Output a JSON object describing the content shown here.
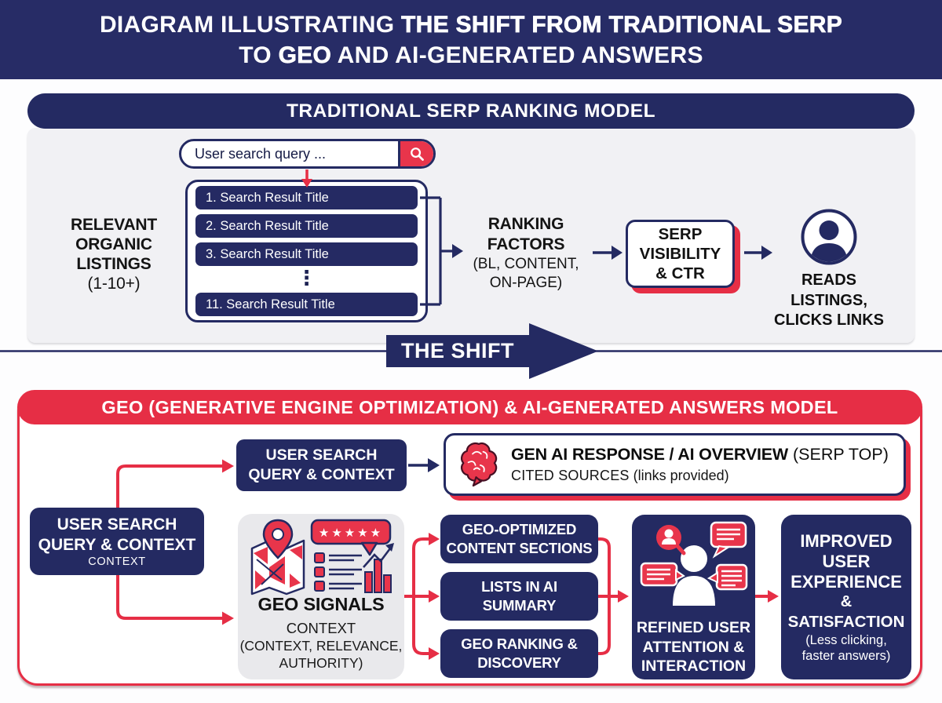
{
  "header": {
    "line1_light": "DIAGRAM ILLUSTRATING ",
    "line1_bold": "THE SHIFT FROM TRADITIONAL SERP",
    "line2_light_pre": "TO ",
    "line2_bold": "GEO",
    "line2_light_post": " AND AI-GENERATED ANSWERS"
  },
  "traditional": {
    "title": "TRADITIONAL SERP RANKING MODEL",
    "search_placeholder": "User search query ...",
    "search_icon": "magnifier",
    "listings_label": {
      "l1": "RELEVANT",
      "l2": "ORGANIC",
      "l3": "LISTINGS",
      "l4": "(1-10+)"
    },
    "results": [
      "1.  Search Result Title",
      "2. Search Result Title",
      "3. Search Result Title",
      "11. Search Result Title"
    ],
    "results_ellipsis": "⋮",
    "ranking": {
      "l1": "RANKING",
      "l2": "FACTORS",
      "l3": "(BL, CONTENT,",
      "l4": "ON-PAGE)"
    },
    "serp_visibility": {
      "l1": "SERP",
      "l2": "VISIBILITY",
      "l3": "& CTR"
    },
    "user_action": {
      "l1": "READS LISTINGS,",
      "l2": "CLICKS LINKS"
    }
  },
  "shift": {
    "label": "THE SHIFT"
  },
  "geo": {
    "title": "GEO (GENERATIVE ENGINE OPTIMIZATION) & AI-GENERATED ANSWERS MODEL",
    "query_top": {
      "l1": "USER SEARCH",
      "l2": "QUERY & CONTEXT"
    },
    "gen_ai": {
      "title_bold": "GEN AI RESPONSE / AI OVERVIEW",
      "title_note": " (SERP TOP)",
      "sources_bold": "CITED SOURCES",
      "sources_note": " (links provided)"
    },
    "query_left": {
      "l1": "USER SEARCH",
      "l2": "QUERY & CONTEXT",
      "l3": "CONTEXT"
    },
    "signals": {
      "title": "GEO SIGNALS",
      "l1": "CONTEXT",
      "l2": "(CONTEXT, RELEVANCE,",
      "l3": "AUTHORITY)"
    },
    "outputs": [
      {
        "l1": "GEO-OPTIMIZED",
        "l2": "CONTENT SECTIONS"
      },
      {
        "l1": "LISTS IN AI",
        "l2": "SUMMARY"
      },
      {
        "l1": "GEO RANKING &",
        "l2": "DISCOVERY"
      }
    ],
    "refined": {
      "l1": "REFINED USER",
      "l2": "ATTENTION &",
      "l3": "INTERACTION"
    },
    "improved": {
      "l1": "IMPROVED",
      "l2": "USER",
      "l3": "EXPERIENCE",
      "l4": "&",
      "l5": "SATISFACTION",
      "l6": "(Less clicking,",
      "l7": "faster answers)"
    }
  },
  "colors": {
    "navy": "#242a62",
    "red": "#e62e45",
    "icon_red": "#e8354b",
    "panel_gray": "#f1f1f4",
    "signals_gray": "#e9e9ec"
  }
}
